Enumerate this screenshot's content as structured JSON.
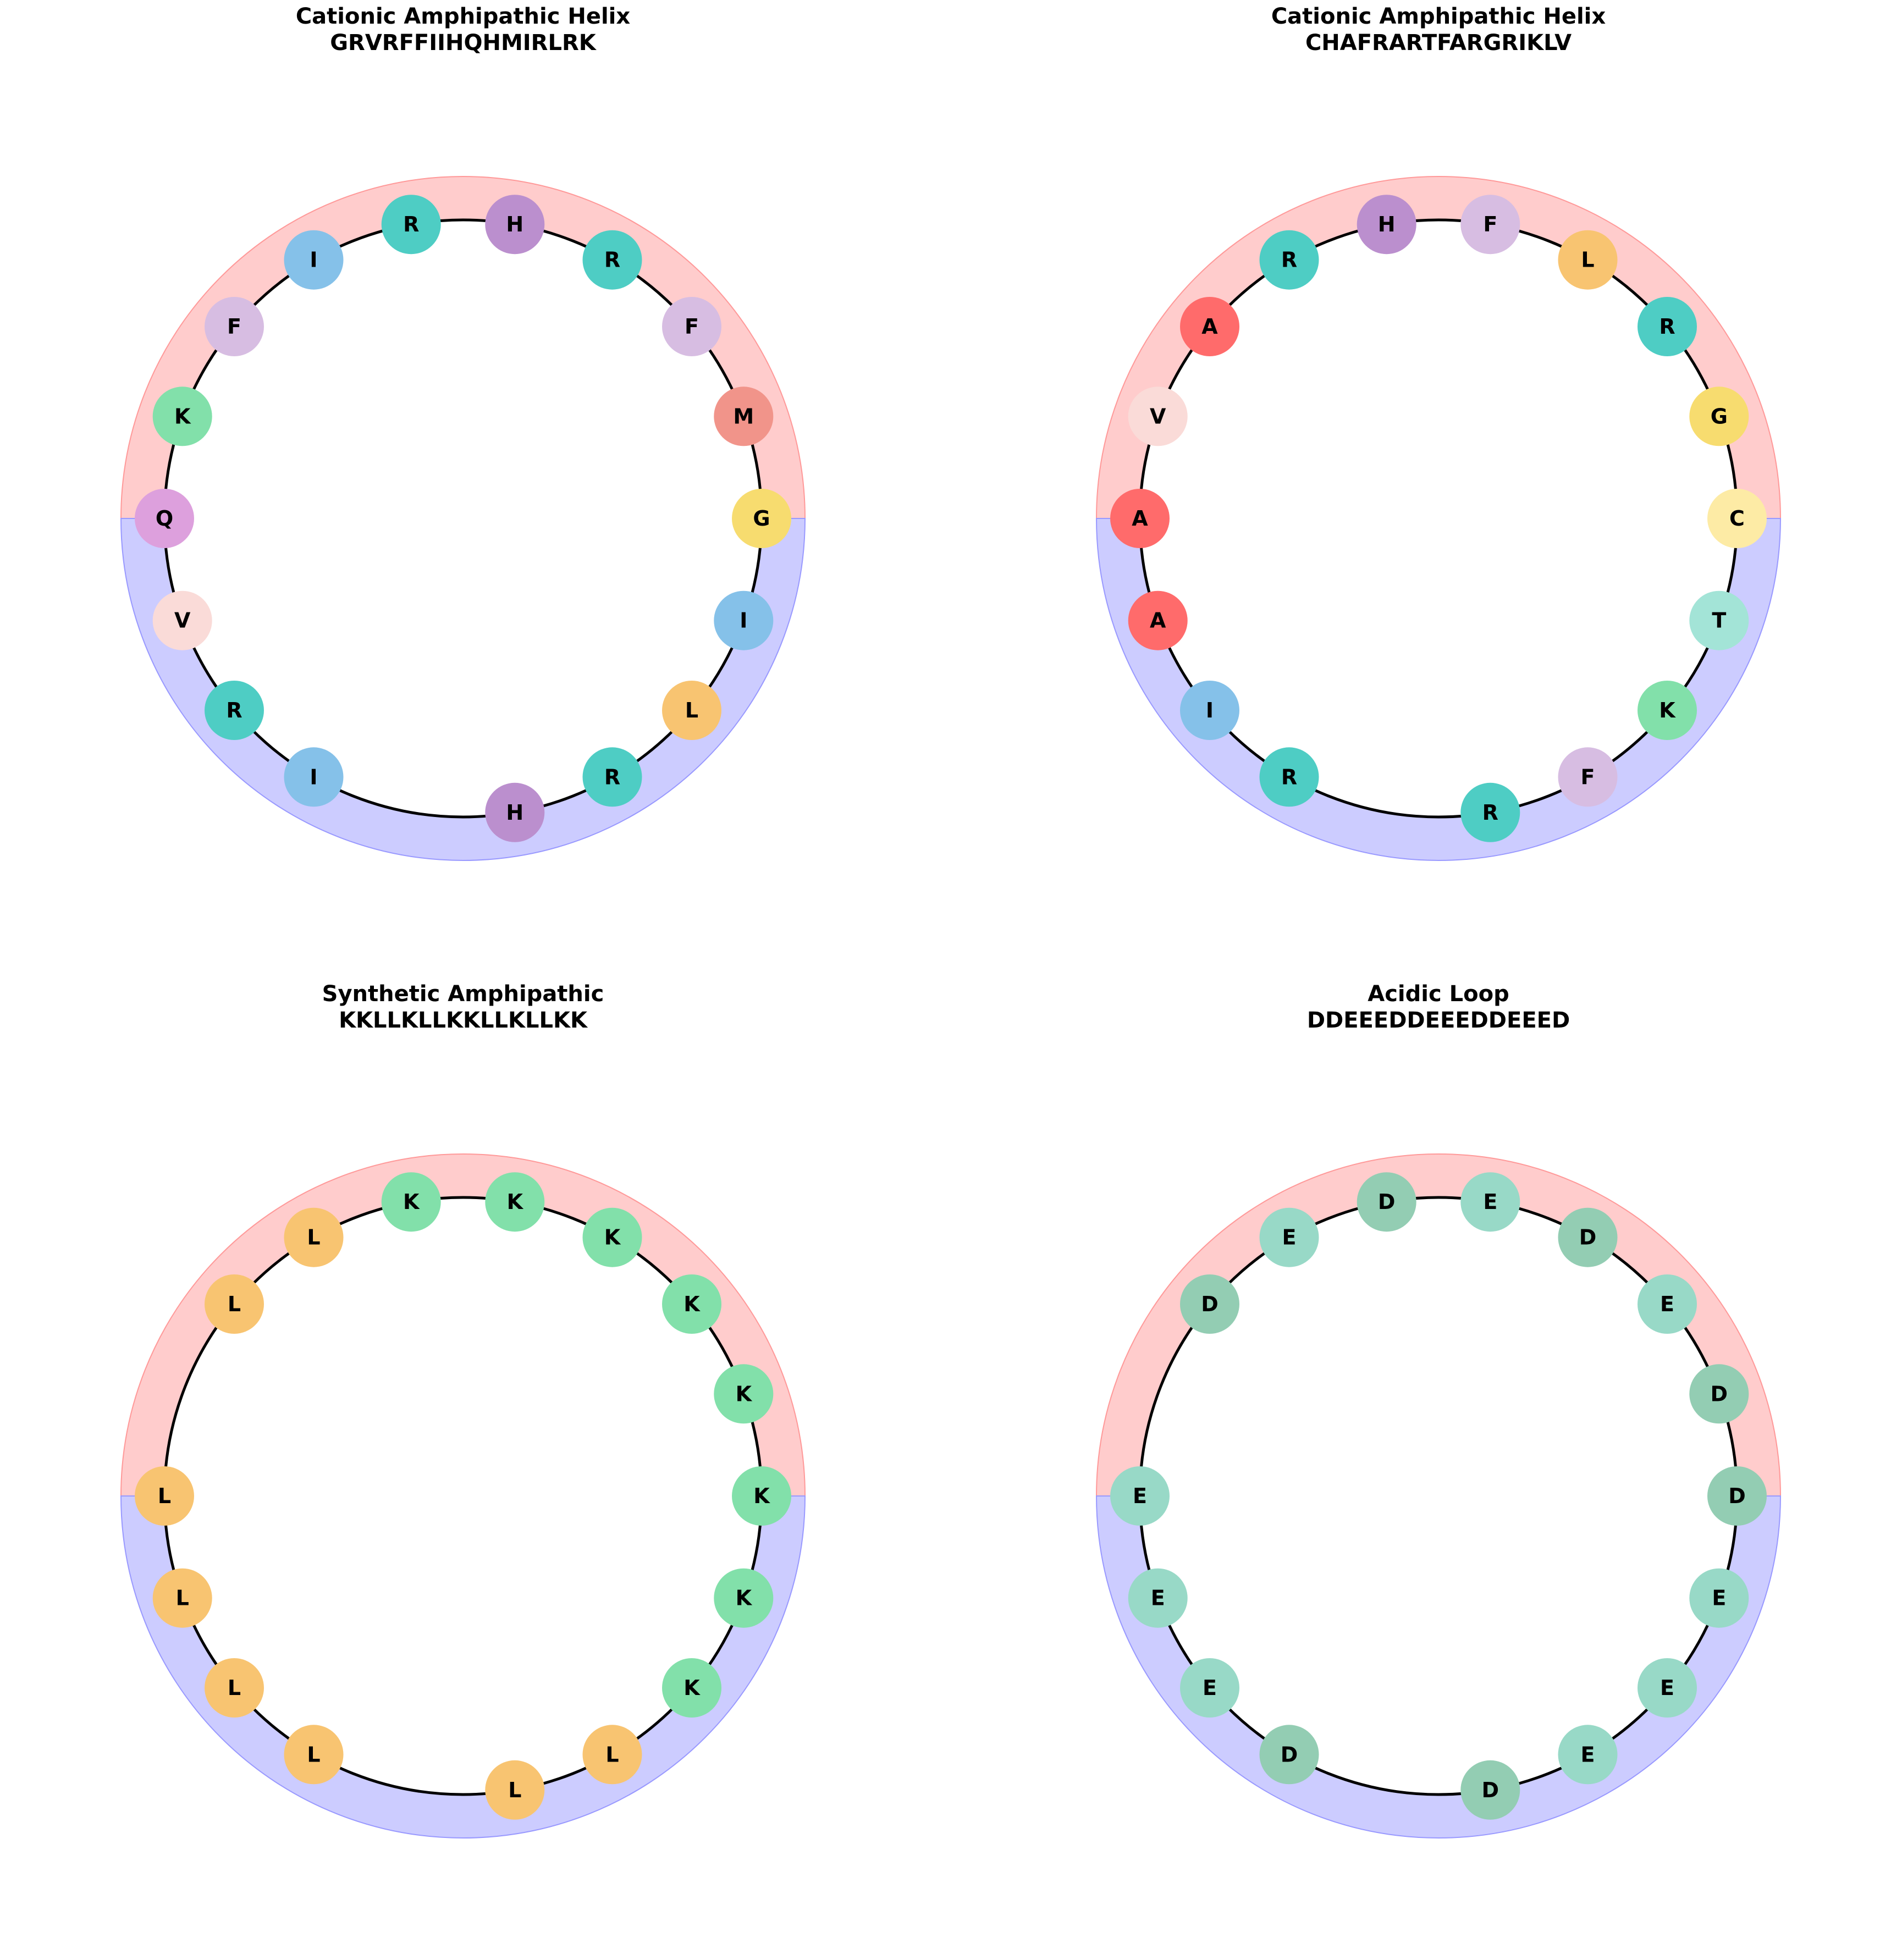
{
  "chart_data": [
    {
      "type": "helical-wheel",
      "title": "Cationic Amphipathic Helix",
      "sequence": "GRVRFFIIHQHMIRLRK",
      "residues": [
        {
          "angle": 0,
          "label": "G",
          "color": "#F7DC6F"
        },
        {
          "angle": 20,
          "label": "M",
          "color": "#F1948A"
        },
        {
          "angle": 40,
          "label": "F",
          "color": "#D7BDE2"
        },
        {
          "angle": 60,
          "label": "R",
          "color": "#4ECDC4"
        },
        {
          "angle": 80,
          "label": "H",
          "color": "#BB8FCE"
        },
        {
          "angle": 100,
          "label": "R",
          "color": "#4ECDC4"
        },
        {
          "angle": 120,
          "label": "I",
          "color": "#85C1E9"
        },
        {
          "angle": 140,
          "label": "F",
          "color": "#D7BDE2"
        },
        {
          "angle": 160,
          "label": "K",
          "color": "#82E0AA"
        },
        {
          "angle": 180,
          "label": "Q",
          "color": "#DDA0DD"
        },
        {
          "angle": 200,
          "label": "V",
          "color": "#FADBD8"
        },
        {
          "angle": 220,
          "label": "R",
          "color": "#4ECDC4"
        },
        {
          "angle": 240,
          "label": "I",
          "color": "#85C1E9"
        },
        {
          "angle": 280,
          "label": "H",
          "color": "#BB8FCE"
        },
        {
          "angle": 300,
          "label": "R",
          "color": "#4ECDC4"
        },
        {
          "angle": 320,
          "label": "L",
          "color": "#F8C471"
        },
        {
          "angle": 340,
          "label": "I",
          "color": "#85C1E9"
        }
      ]
    },
    {
      "type": "helical-wheel",
      "title": "Cationic Amphipathic Helix",
      "sequence": "CHAFRARTFARGRIKLV",
      "residues": [
        {
          "angle": 0,
          "label": "C",
          "color": "#FDEBA5"
        },
        {
          "angle": 20,
          "label": "G",
          "color": "#F7DC6F"
        },
        {
          "angle": 40,
          "label": "R",
          "color": "#4ECDC4"
        },
        {
          "angle": 60,
          "label": "L",
          "color": "#F8C471"
        },
        {
          "angle": 80,
          "label": "F",
          "color": "#D7BDE2"
        },
        {
          "angle": 100,
          "label": "H",
          "color": "#BB8FCE"
        },
        {
          "angle": 120,
          "label": "R",
          "color": "#4ECDC4"
        },
        {
          "angle": 140,
          "label": "A",
          "color": "#FF6B6B"
        },
        {
          "angle": 160,
          "label": "V",
          "color": "#FADBD8"
        },
        {
          "angle": 180,
          "label": "A",
          "color": "#FF6B6B"
        },
        {
          "angle": 200,
          "label": "A",
          "color": "#FF6B6B"
        },
        {
          "angle": 220,
          "label": "I",
          "color": "#85C1E9"
        },
        {
          "angle": 240,
          "label": "R",
          "color": "#4ECDC4"
        },
        {
          "angle": 280,
          "label": "R",
          "color": "#4ECDC4"
        },
        {
          "angle": 300,
          "label": "F",
          "color": "#D7BDE2"
        },
        {
          "angle": 320,
          "label": "K",
          "color": "#82E0AA"
        },
        {
          "angle": 340,
          "label": "T",
          "color": "#A3E4D7"
        }
      ]
    },
    {
      "type": "helical-wheel",
      "title": "Synthetic Amphipathic",
      "sequence": "KKLLKLLKKLLKLLKK",
      "residues": [
        {
          "angle": 0,
          "label": "K",
          "color": "#82E0AA"
        },
        {
          "angle": 20,
          "label": "K",
          "color": "#82E0AA"
        },
        {
          "angle": 40,
          "label": "K",
          "color": "#82E0AA"
        },
        {
          "angle": 60,
          "label": "K",
          "color": "#82E0AA"
        },
        {
          "angle": 80,
          "label": "K",
          "color": "#82E0AA"
        },
        {
          "angle": 100,
          "label": "K",
          "color": "#82E0AA"
        },
        {
          "angle": 120,
          "label": "L",
          "color": "#F8C471"
        },
        {
          "angle": 140,
          "label": "L",
          "color": "#F8C471"
        },
        {
          "angle": 180,
          "label": "L",
          "color": "#F8C471"
        },
        {
          "angle": 200,
          "label": "L",
          "color": "#F8C471"
        },
        {
          "angle": 220,
          "label": "L",
          "color": "#F8C471"
        },
        {
          "angle": 240,
          "label": "L",
          "color": "#F8C471"
        },
        {
          "angle": 280,
          "label": "L",
          "color": "#F8C471"
        },
        {
          "angle": 300,
          "label": "L",
          "color": "#F8C471"
        },
        {
          "angle": 320,
          "label": "K",
          "color": "#82E0AA"
        },
        {
          "angle": 340,
          "label": "K",
          "color": "#82E0AA"
        }
      ]
    },
    {
      "type": "helical-wheel",
      "title": "Acidic Loop",
      "sequence": "DDEEEDDEEEDDEEED",
      "residues": [
        {
          "angle": 0,
          "label": "D",
          "color": "#93CDB3"
        },
        {
          "angle": 20,
          "label": "D",
          "color": "#93CDB3"
        },
        {
          "angle": 40,
          "label": "E",
          "color": "#98D9C7"
        },
        {
          "angle": 60,
          "label": "D",
          "color": "#93CDB3"
        },
        {
          "angle": 80,
          "label": "E",
          "color": "#98D9C7"
        },
        {
          "angle": 100,
          "label": "D",
          "color": "#93CDB3"
        },
        {
          "angle": 120,
          "label": "E",
          "color": "#98D9C7"
        },
        {
          "angle": 140,
          "label": "D",
          "color": "#93CDB3"
        },
        {
          "angle": 180,
          "label": "E",
          "color": "#98D9C7"
        },
        {
          "angle": 200,
          "label": "E",
          "color": "#98D9C7"
        },
        {
          "angle": 220,
          "label": "E",
          "color": "#98D9C7"
        },
        {
          "angle": 240,
          "label": "D",
          "color": "#93CDB3"
        },
        {
          "angle": 280,
          "label": "D",
          "color": "#93CDB3"
        },
        {
          "angle": 300,
          "label": "E",
          "color": "#98D9C7"
        },
        {
          "angle": 320,
          "label": "E",
          "color": "#98D9C7"
        },
        {
          "angle": 340,
          "label": "E",
          "color": "#98D9C7"
        }
      ]
    }
  ],
  "colors": {
    "upper_band": "#FF9999",
    "lower_band": "#9999FF",
    "circle": "#000000"
  }
}
